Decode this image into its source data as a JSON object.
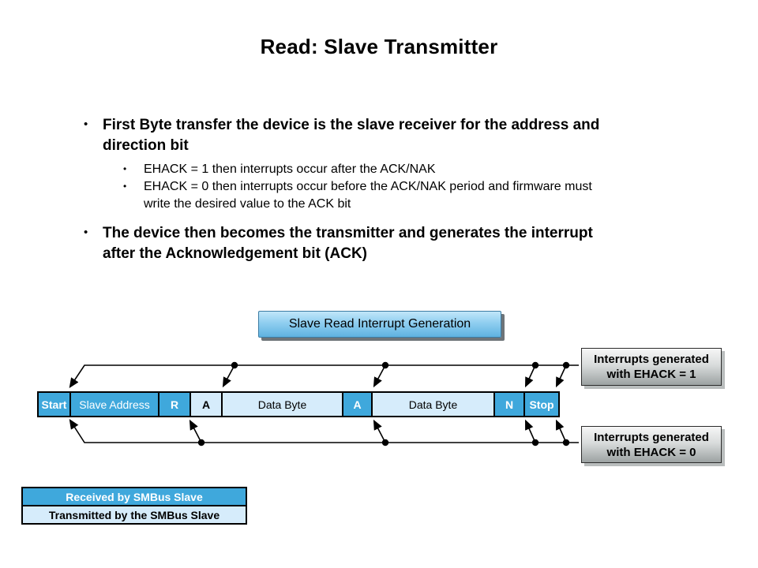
{
  "title": "Read: Slave Transmitter",
  "content": {
    "bullet1": "First Byte transfer the device is the slave receiver for the address and\ndirection bit",
    "sub_bullet1": "EHACK = 1 then interrupts occur after the ACK/NAK",
    "sub_bullet2": "EHACK = 0 then interrupts occur before the ACK/NAK period and firmware must\nwrite the desired value to the ACK bit",
    "bullet2": "The device then becomes the transmitter and generates the interrupt\nafter the Acknowledgement bit (ACK)",
    "bullet_glyph": "•"
  },
  "diagram": {
    "banner_label": "Slave Read Interrupt Generation",
    "cells": [
      {
        "label": "Start",
        "role": "start-condition",
        "sent_by": "received"
      },
      {
        "label": "Slave Address",
        "role": "slave-address",
        "sent_by": "received"
      },
      {
        "label": "R",
        "role": "read-bit",
        "sent_by": "received"
      },
      {
        "label": "A",
        "role": "ack-address",
        "sent_by": "transmitted"
      },
      {
        "label": "Data Byte",
        "role": "data-byte-1",
        "sent_by": "transmitted"
      },
      {
        "label": "A",
        "role": "ack-data-1",
        "sent_by": "received"
      },
      {
        "label": "Data Byte",
        "role": "data-byte-2",
        "sent_by": "transmitted"
      },
      {
        "label": "N",
        "role": "nak",
        "sent_by": "received"
      },
      {
        "label": "Stop",
        "role": "stop-condition",
        "sent_by": "received"
      }
    ],
    "callout_top": {
      "line1": "Interrupts generated",
      "line2": "with EHACK = 1"
    },
    "callout_bottom": {
      "line1": "Interrupts generated",
      "line2": "with EHACK = 0"
    },
    "legend": {
      "received": "Received by SMBus Slave",
      "transmitted": "Transmitted by the SMBus Slave"
    },
    "colors": {
      "received_fill": "#3fa8dc",
      "transmitted_fill": "#d6ecfb",
      "banner_fill_top": "#c1e6f9",
      "banner_fill_bottom": "#5fb2e0",
      "callout_fill_top": "#f6f6f6",
      "callout_fill_bottom": "#9ca2a2",
      "line_color": "#000000"
    }
  }
}
